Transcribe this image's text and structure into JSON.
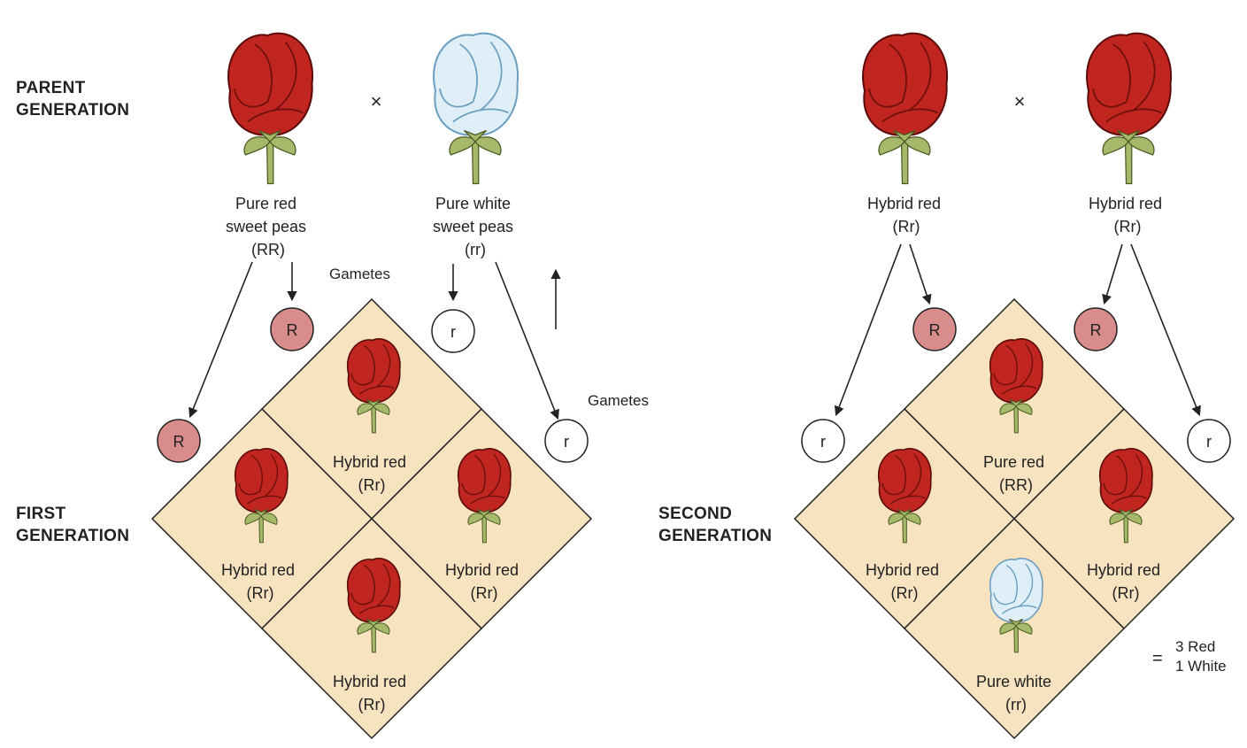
{
  "colors": {
    "red_petal": "#c0261f",
    "red_dark": "#6e0f0c",
    "white_petal": "#dfeef7",
    "white_edge": "#6a9fc0",
    "stem": "#a6b96a",
    "cell_fill": "#f8e3c0",
    "allele_dominant_fill": "#d98c8c",
    "allele_recessive_fill": "#ffffff",
    "line": "#222222"
  },
  "icons": {
    "flower": "rose-flower-icon",
    "allele": "gamete-circle-icon"
  },
  "labels": {
    "parent_generation": [
      "PARENT",
      "GENERATION"
    ],
    "first_generation": [
      "FIRST",
      "GENERATION"
    ],
    "second_generation": [
      "SECOND",
      "GENERATION"
    ],
    "gametes_top": "Gametes",
    "gametes_right": "Gametes",
    "cross_left": "×",
    "cross_right": "×",
    "result_equals": "=",
    "result_lines": [
      "3 Red",
      "1 White"
    ]
  },
  "first_cross": {
    "parent1": {
      "color": "red",
      "caption": [
        "Pure red",
        "sweet peas",
        "(RR)"
      ]
    },
    "parent2": {
      "color": "white",
      "caption": [
        "Pure white",
        "sweet peas",
        "(rr)"
      ]
    },
    "gametes": {
      "top_left": "R",
      "top_right": "r",
      "left": "R",
      "right": "r"
    },
    "cells": [
      {
        "pos": "top",
        "color": "red",
        "caption": [
          "Hybrid red",
          "(Rr)"
        ]
      },
      {
        "pos": "left",
        "color": "red",
        "caption": [
          "Hybrid red",
          "(Rr)"
        ]
      },
      {
        "pos": "right",
        "color": "red",
        "caption": [
          "Hybrid red",
          "(Rr)"
        ]
      },
      {
        "pos": "bottom",
        "color": "red",
        "caption": [
          "Hybrid red",
          "(Rr)"
        ]
      }
    ]
  },
  "second_cross": {
    "parent1": {
      "color": "red",
      "caption": [
        "Hybrid red",
        "(Rr)"
      ]
    },
    "parent2": {
      "color": "red",
      "caption": [
        "Hybrid red",
        "(Rr)"
      ]
    },
    "gametes": {
      "top_left": "R",
      "top_right": "R",
      "left": "r",
      "right": "r"
    },
    "cells": [
      {
        "pos": "top",
        "color": "red",
        "caption": [
          "Pure red",
          "(RR)"
        ]
      },
      {
        "pos": "left",
        "color": "red",
        "caption": [
          "Hybrid red",
          "(Rr)"
        ]
      },
      {
        "pos": "right",
        "color": "red",
        "caption": [
          "Hybrid red",
          "(Rr)"
        ]
      },
      {
        "pos": "bottom",
        "color": "white",
        "caption": [
          "Pure white",
          "(rr)"
        ]
      }
    ]
  }
}
